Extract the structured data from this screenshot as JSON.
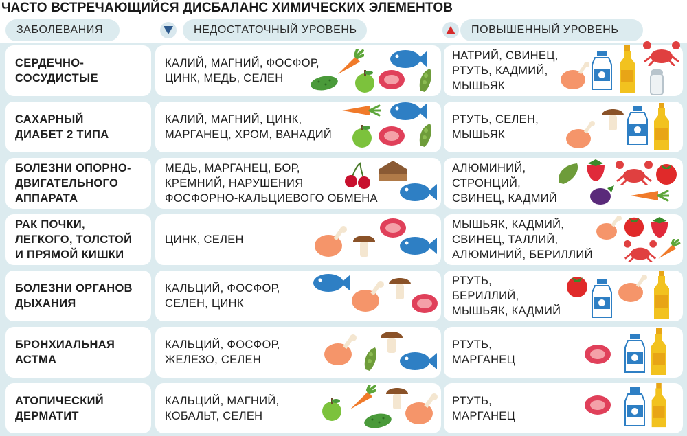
{
  "title": "ЧАСТО ВСТРЕЧАЮЩИЙСЯ ДИСБАЛАНС ХИМИЧЕСКИХ ЭЛЕМЕНТОВ",
  "headers": {
    "disease": "ЗАБОЛЕВАНИЯ",
    "low": "НЕДОСТАТОЧНЫЙ УРОВЕНЬ",
    "high": "ПОВЫШЕННЫЙ УРОВЕНЬ"
  },
  "colors": {
    "band": "#dcebef",
    "marker_low": "#2f5b8f",
    "marker_high": "#d72a2a"
  },
  "icons": [
    "down-triangle-icon",
    "up-triangle-icon",
    "fish-icon",
    "carrot-icon",
    "apple-icon",
    "meat-icon",
    "cucumber-icon",
    "beans-icon",
    "chicken-leg-icon",
    "milk-bottle-icon",
    "oil-bottle-icon",
    "salt-shaker-icon",
    "crab-icon",
    "mushroom-icon",
    "cherry-icon",
    "bread-icon",
    "strawberry-icon",
    "tomato-icon",
    "eggplant-icon"
  ],
  "rows": [
    {
      "disease": "СЕРДЕЧНО-\nСОСУДИСТЫЕ",
      "low": "КАЛИЙ, МАГНИЙ, ФОСФОР,\nЦИНК, МЕДЬ, СЕЛЕН",
      "high": "НАТРИЙ, СВИНЕЦ,\nРТУТЬ, КАДМИЙ,\nМЫШЬЯК"
    },
    {
      "disease": "САХАРНЫЙ\nДИАБЕТ 2 ТИПА",
      "low": "КАЛИЙ, МАГНИЙ, ЦИНК,\nМАРГАНЕЦ, ХРОМ, ВАНАДИЙ",
      "high": "РТУТЬ, СЕЛЕН,\nМЫШЬЯК"
    },
    {
      "disease": "БОЛЕЗНИ ОПОРНО-\nДВИГАТЕЛЬНОГО\nАППАРАТА",
      "low": "МЕДЬ, МАРГАНЕЦ, БОР,\nКРЕМНИЙ, НАРУШЕНИЯ\nФОСФОРНО-КАЛЬЦИЕВОГО ОБМЕНА",
      "high": "АЛЮМИНИЙ,\nСТРОНЦИЙ,\nСВИНЕЦ, КАДМИЙ"
    },
    {
      "disease": "РАК ПОЧКИ,\nЛЕГКОГО, ТОЛСТОЙ\nИ ПРЯМОЙ КИШКИ",
      "low": "ЦИНК, СЕЛЕН",
      "high": "МЫШЬЯК, КАДМИЙ,\nСВИНЕЦ, ТАЛЛИЙ,\nАЛЮМИНИЙ, БЕРИЛЛИЙ"
    },
    {
      "disease": "БОЛЕЗНИ ОРГАНОВ\nДЫХАНИЯ",
      "low": "КАЛЬЦИЙ, ФОСФОР,\nСЕЛЕН, ЦИНК",
      "high": "РТУТЬ,\nБЕРИЛЛИЙ,\nМЫШЬЯК, КАДМИЙ"
    },
    {
      "disease": "БРОНХИАЛЬНАЯ\nАСТМА",
      "low": "КАЛЬЦИЙ, ФОСФОР,\nЖЕЛЕЗО, СЕЛЕН",
      "high": "РТУТЬ,\nМАРГАНЕЦ"
    },
    {
      "disease": "АТОПИЧЕСКИЙ\nДЕРМАТИТ",
      "low": "КАЛЬЦИЙ, МАГНИЙ,\nКОБАЛЬТ, СЕЛЕН",
      "high": "РТУТЬ,\nМАРГАНЕЦ"
    }
  ]
}
